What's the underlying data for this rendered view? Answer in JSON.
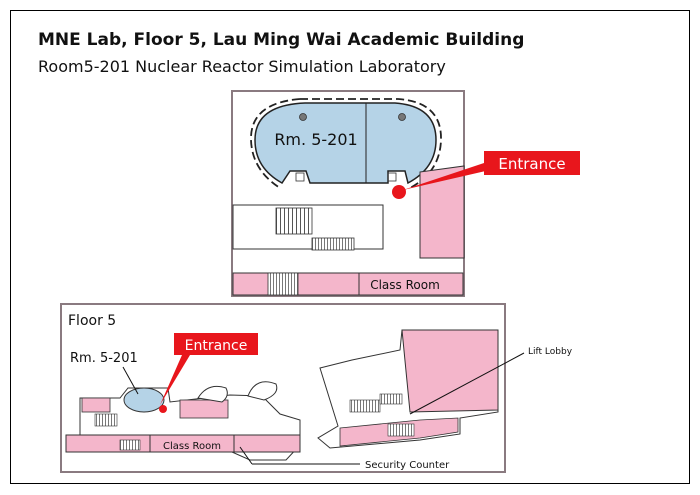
{
  "header": {
    "title": "MNE Lab, Floor 5, Lau Ming Wai Academic Building",
    "subtitle": "Room5-201 Nuclear Reactor Simulation Laboratory"
  },
  "detail_map": {
    "room_label": "Rm. 5-201",
    "entrance_label": "Entrance",
    "class_room_label": "Class Room"
  },
  "floor_map": {
    "floor_label": "Floor 5",
    "room_label": "Rm. 5-201",
    "entrance_label": "Entrance",
    "class_room_label": "Class Room",
    "lift_lobby_label": "Lift Lobby",
    "security_counter_label": "Security Counter"
  },
  "colors": {
    "room_blue": "#b5d3e7",
    "area_pink": "#f4b6cb",
    "entrance_red": "#e8161c",
    "frame_border": "#8a7a80"
  },
  "icons": [
    "entrance-marker-icon",
    "stairs-icon"
  ]
}
